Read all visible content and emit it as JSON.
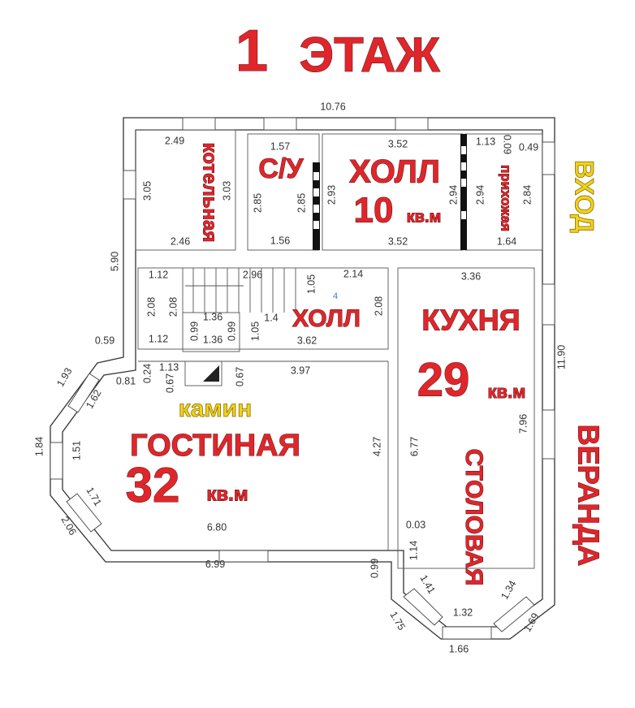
{
  "title": {
    "floor_number": "1",
    "floor_word": "ЭТАЖ"
  },
  "colors": {
    "label": "#e0262b",
    "accent": "#f2d21a",
    "wall": "#333333"
  },
  "rooms": {
    "boiler": "котельная",
    "bathroom": "С/У",
    "hall_top": "ХОЛЛ",
    "hall_top_area_num": "10",
    "hall_top_area_unit": "кв.м",
    "entry_hall": "прихожая",
    "entrance": "ВХОД",
    "hall_middle": "ХОЛЛ",
    "kitchen": "КУХНЯ",
    "kitchen_area_num": "29",
    "kitchen_area_unit": "кв.м",
    "fireplace": "камин",
    "living": "ГОСТИНАЯ",
    "living_area_num": "32",
    "living_area_unit": "кв.м",
    "dining": "СТОЛОВАЯ",
    "veranda": "ВЕРАНДА",
    "stair_mark": "4"
  },
  "dims": [
    "10.76",
    "2.49",
    "3.05",
    "3.03",
    "2.46",
    "1.57",
    "2.85",
    "2.85",
    "1.56",
    "3.52",
    "2.93",
    "2.94",
    "3.52",
    "1.13",
    "0.09",
    "0.49",
    "2.94",
    "2.84",
    "1.64",
    "5.90",
    "1.12",
    "2.96",
    "1.05",
    "2.14",
    "3.36",
    "2.08",
    "2.08",
    "2.08",
    "0.99",
    "1.36",
    "0.99",
    "1.36",
    "1.05",
    "1.4",
    "3.62",
    "1.12",
    "0.59",
    "11.90",
    "1.13",
    "0.24",
    "0.67",
    "0.67",
    "3.97",
    "0.81",
    "1.93",
    "1.62",
    "7.96",
    "1.84",
    "1.51",
    "4.27",
    "6.77",
    "1.71",
    "2.06",
    "6.80",
    "0.03",
    "6.99",
    "1.14",
    "0.99",
    "1.41",
    "1.34",
    "1.32",
    "1.75",
    "1.69",
    "1.66"
  ]
}
